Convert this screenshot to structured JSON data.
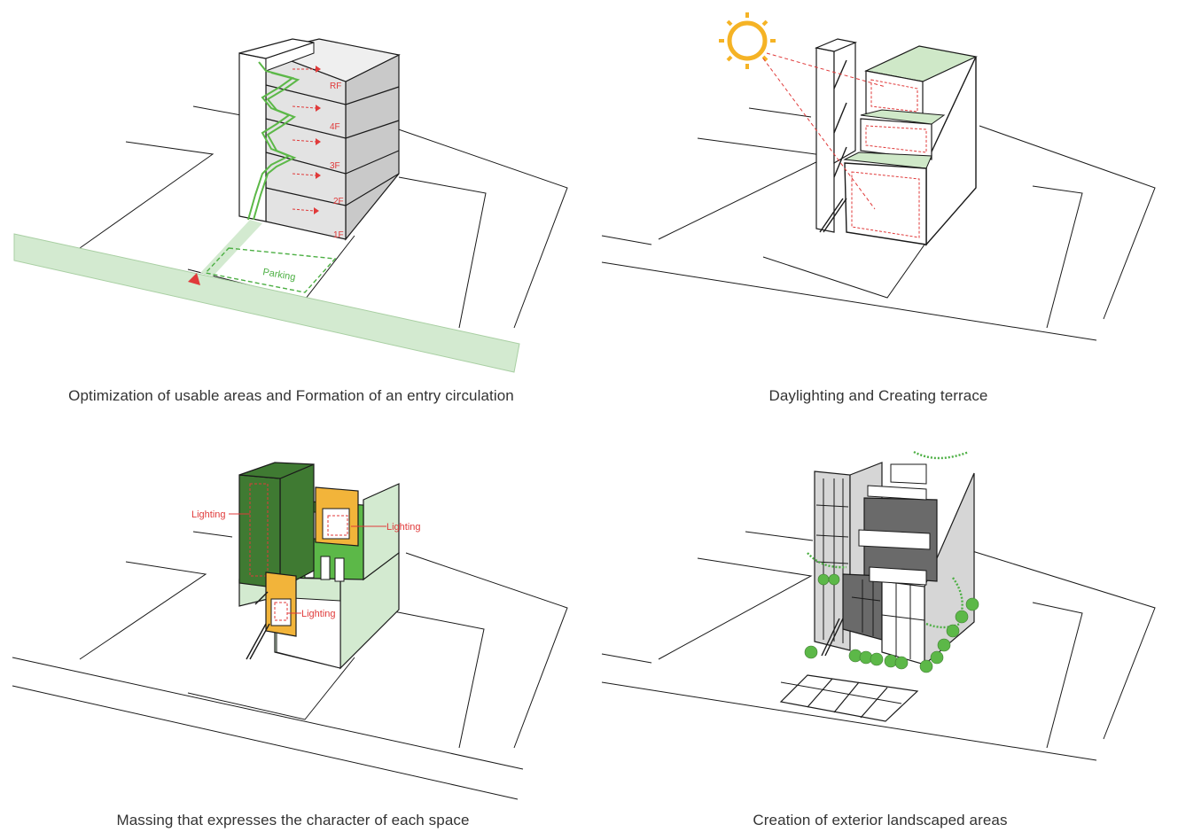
{
  "colors": {
    "line": "#1a1a1a",
    "accent_red": "#e03a3a",
    "light_green": "#d3ead0",
    "mid_green": "#5cb848",
    "dark_green": "#3f7a32",
    "orange": "#f2b43a",
    "sun": "#f5b325",
    "grey": "#d6d6d6",
    "dark_grey": "#6a6a6a"
  },
  "panels": [
    {
      "caption": "Optimization of usable areas and Formation of an entry circulation",
      "floor_labels": [
        "RF",
        "4F",
        "3F",
        "2F",
        "1F"
      ],
      "parking_label": "Parking"
    },
    {
      "caption": "Daylighting and Creating terrace",
      "icons": [
        "sun-icon"
      ]
    },
    {
      "caption": "Massing that expresses the character of each space",
      "annotations": [
        "Lighting",
        "Lighting",
        "Lighting"
      ]
    },
    {
      "caption": "Creation of exterior landscaped areas",
      "icons": [
        "tree-icon"
      ]
    }
  ]
}
